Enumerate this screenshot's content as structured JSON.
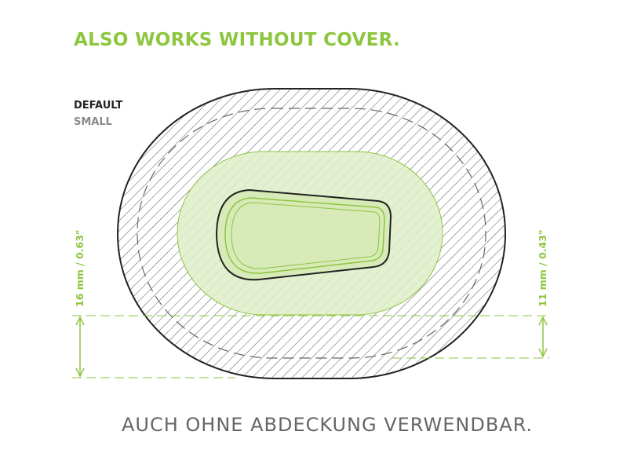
{
  "title": "ALSO WORKS WITHOUT COVER.",
  "legend": {
    "default": "DEFAULT",
    "small": "SMALL"
  },
  "dimensions": {
    "left": "16 mm / 0.63\"",
    "right": "11 mm / 0.43\""
  },
  "subtitle": "AUCH OHNE ABDECKUNG VERWENDBAR.",
  "colors": {
    "accent": "#8cc63f",
    "outline": "#222222",
    "muted": "#8a8a8a"
  }
}
